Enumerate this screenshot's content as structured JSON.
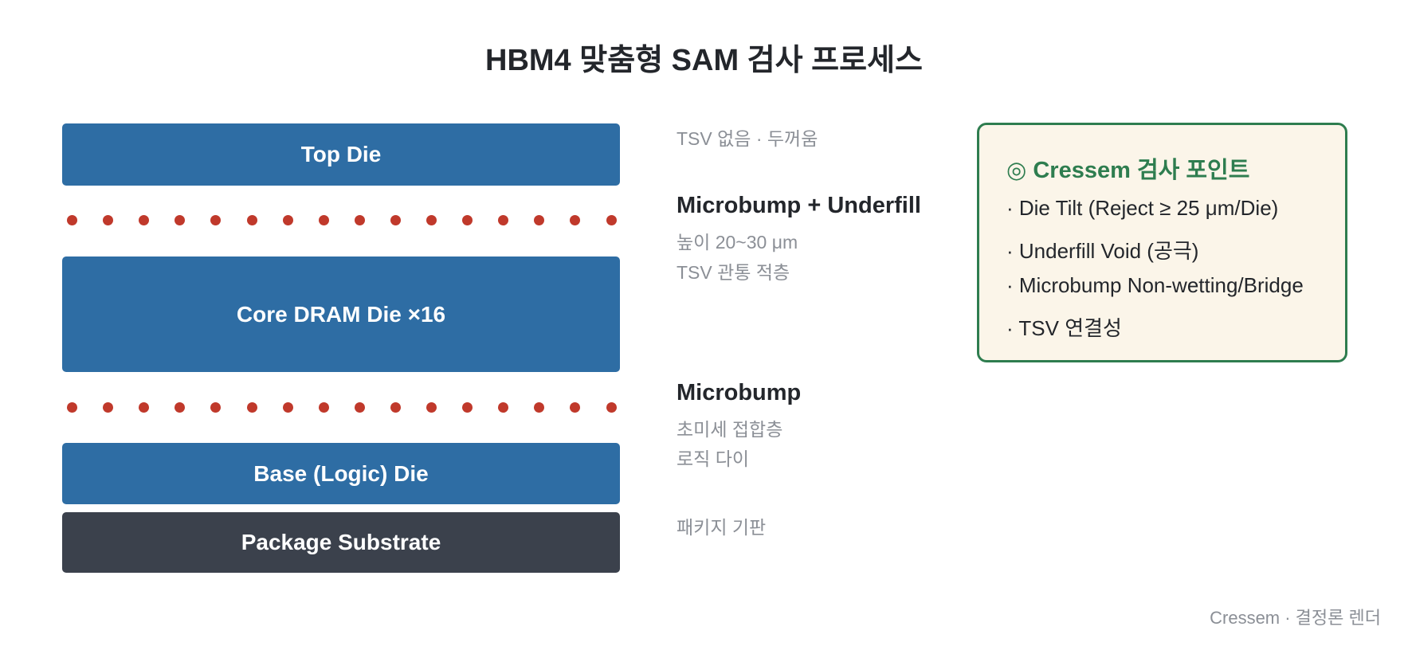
{
  "title": "HBM4 맞춤형 SAM 검사 프로세스",
  "stack": {
    "top_die": "Top Die",
    "core_die": "Core DRAM Die ×16",
    "base_die": "Base (Logic) Die",
    "substrate": "Package Substrate"
  },
  "labels": {
    "top": "TSV 없음 · 두꺼움",
    "upper_bump_title": "Microbump + Underfill",
    "upper_bump_line1": "높이 20~30 μm",
    "upper_bump_line2": "TSV 관통 적층",
    "lower_bump_title": "Microbump",
    "lower_bump_line1": "초미세 접합층",
    "lower_bump_line2": "로직 다이",
    "substrate": "패키지 기판"
  },
  "inspection": {
    "title": "◎ Cressem 검사 포인트",
    "items": [
      "· Die Tilt (Reject ≥ 25 μm/Die)",
      "· Underfill Void (공극)",
      "· Microbump Non-wetting/Bridge",
      "· TSV 연결성"
    ]
  },
  "footer": "Cressem · 결정론 렌더",
  "colors": {
    "die": "#2e6da4",
    "substrate": "#3b414c",
    "bump": "#c0392b",
    "accent": "#2e7d4f",
    "card_bg": "#fbf5e9",
    "muted": "#8b8f96"
  }
}
